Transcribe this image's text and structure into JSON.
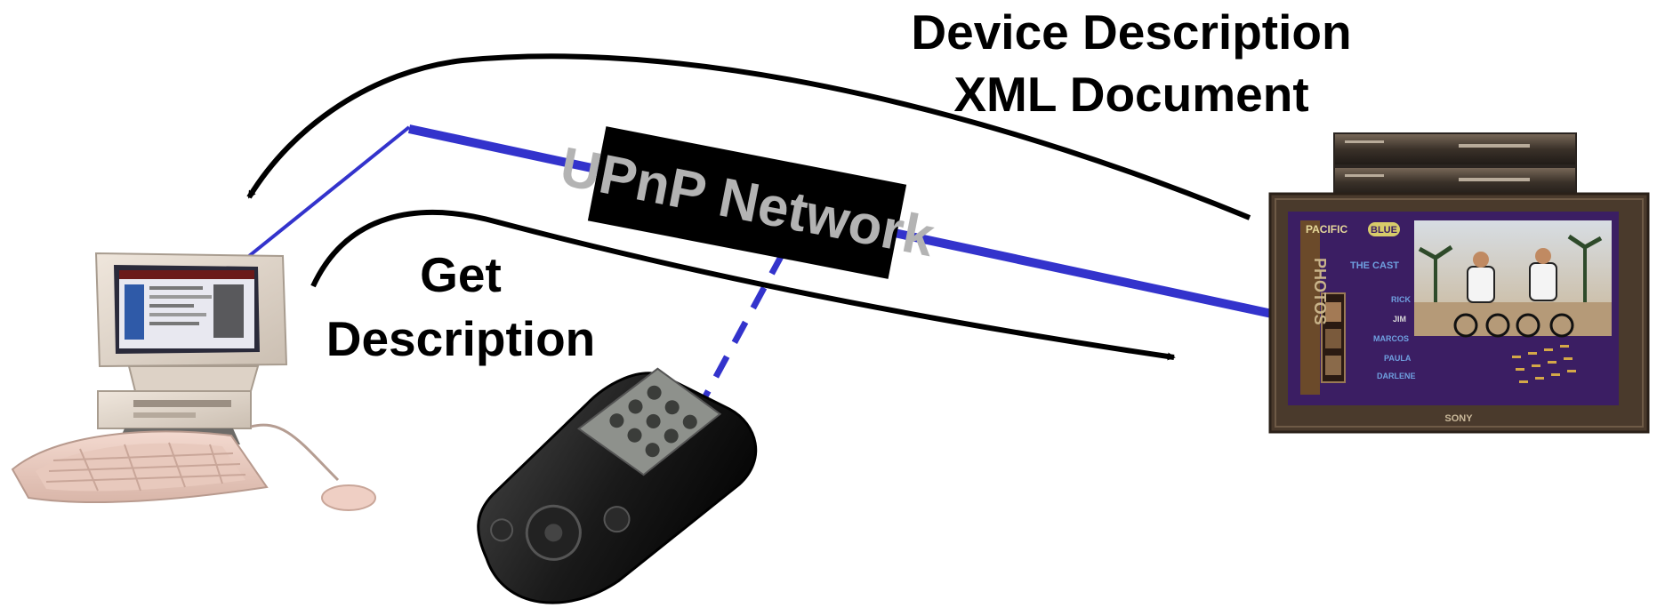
{
  "labels": {
    "device_description_line1": "Device Description",
    "device_description_line2": "XML Document",
    "get_description_line1": "Get",
    "get_description_line2": "Description",
    "network": "UPnP Network"
  },
  "tv_screen": {
    "brand": "SONY",
    "title_word_1": "PACIFIC",
    "title_word_2": "BLUE",
    "side_word": "PHOTOS",
    "cast_heading": "THE CAST",
    "cast_names": [
      "RICK",
      "JIM",
      "MARCOS",
      "PAULA",
      "DARLENE"
    ]
  },
  "colors": {
    "network_line": "#3333cc",
    "network_box": "#000000",
    "network_text": "#b3b3b3",
    "arrows": "#000000",
    "tv_screen_bg": "#3b1e63",
    "tv_frame": "#4a3a2c"
  },
  "icons": {
    "computer": "desktop-computer-icon",
    "remote": "universal-remote-icon",
    "tv": "television-icon",
    "set_top_box": "set-top-box-icon"
  }
}
